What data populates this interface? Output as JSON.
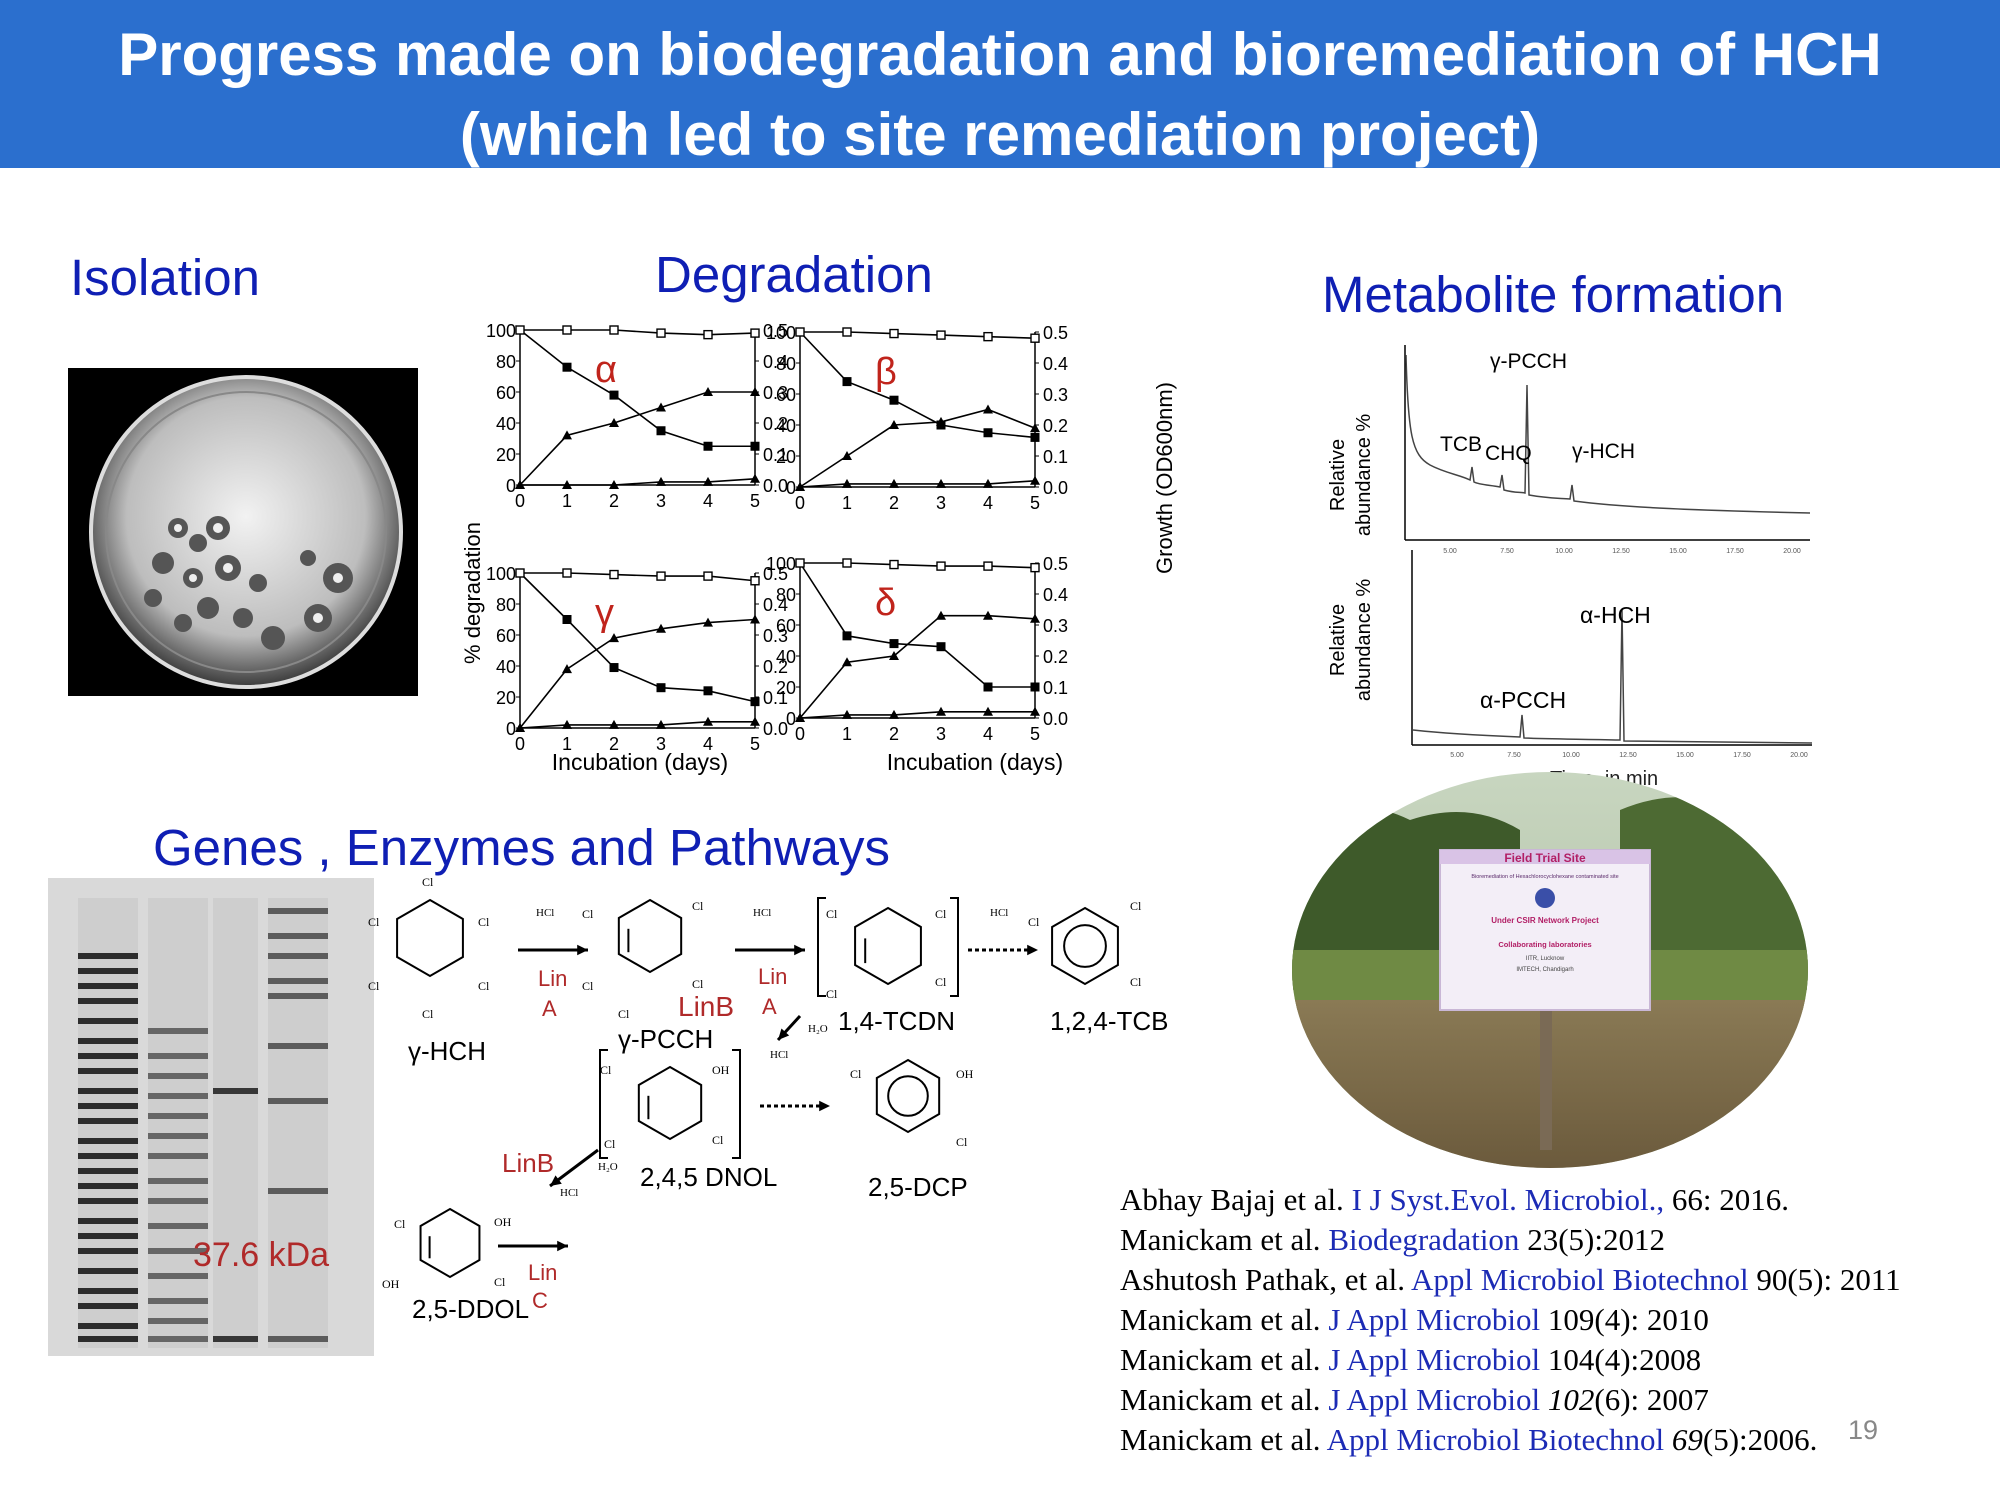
{
  "header": {
    "title_line1": "Progress made on biodegradation and bioremediation of HCH",
    "title_line2": "(which led to site remediation project)"
  },
  "sections": {
    "isolation": "Isolation",
    "degradation": "Degradation",
    "metabolite": "Metabolite formation",
    "genes": "Genes , Enzymes and Pathways"
  },
  "chart_data": [
    {
      "type": "line",
      "panel_label": "α",
      "x": [
        0,
        1,
        2,
        3,
        4,
        5
      ],
      "ylabel_left": "% degradation",
      "ylim_left": [
        0,
        100
      ],
      "ylim_right": [
        0,
        0.5
      ],
      "series": [
        {
          "axis": "left",
          "marker": "square",
          "values": [
            100,
            76,
            58,
            35,
            25,
            25
          ]
        },
        {
          "axis": "left",
          "marker": "open-square",
          "values": [
            100,
            100,
            100,
            98,
            97,
            98
          ]
        },
        {
          "axis": "right",
          "marker": "triangle",
          "values": [
            0.0,
            0.16,
            0.2,
            0.25,
            0.3,
            0.3
          ]
        },
        {
          "axis": "right",
          "marker": "triangle",
          "values": [
            0.0,
            0.0,
            0.0,
            0.01,
            0.01,
            0.02
          ]
        }
      ]
    },
    {
      "type": "line",
      "panel_label": "β",
      "x": [
        0,
        1,
        2,
        3,
        4,
        5
      ],
      "ylabel_right": "Growth (OD600nm)",
      "ylim_left": [
        0,
        100
      ],
      "ylim_right": [
        0,
        0.5
      ],
      "series": [
        {
          "axis": "left",
          "marker": "square",
          "values": [
            100,
            68,
            56,
            40,
            35,
            32
          ]
        },
        {
          "axis": "left",
          "marker": "open-square",
          "values": [
            100,
            100,
            99,
            98,
            97,
            96
          ]
        },
        {
          "axis": "right",
          "marker": "triangle",
          "values": [
            0.0,
            0.1,
            0.2,
            0.21,
            0.25,
            0.19
          ]
        },
        {
          "axis": "right",
          "marker": "triangle",
          "values": [
            0.0,
            0.01,
            0.01,
            0.01,
            0.01,
            0.02
          ]
        }
      ]
    },
    {
      "type": "line",
      "panel_label": "γ",
      "x": [
        0,
        1,
        2,
        3,
        4,
        5
      ],
      "xlabel": "Incubation (days)",
      "ylabel_left": "% degradation",
      "ylim_left": [
        0,
        100
      ],
      "ylim_right": [
        0,
        0.5
      ],
      "series": [
        {
          "axis": "left",
          "marker": "square",
          "values": [
            100,
            70,
            39,
            26,
            24,
            17
          ]
        },
        {
          "axis": "left",
          "marker": "open-square",
          "values": [
            100,
            100,
            99,
            98,
            98,
            95
          ]
        },
        {
          "axis": "right",
          "marker": "triangle",
          "values": [
            0.0,
            0.19,
            0.29,
            0.32,
            0.34,
            0.35
          ]
        },
        {
          "axis": "right",
          "marker": "triangle",
          "values": [
            0.0,
            0.01,
            0.01,
            0.01,
            0.02,
            0.02
          ]
        }
      ]
    },
    {
      "type": "line",
      "panel_label": "δ",
      "x": [
        0,
        1,
        2,
        3,
        4,
        5
      ],
      "xlabel": "Incubation (days)",
      "ylim_left": [
        0,
        100
      ],
      "ylim_right": [
        0,
        0.5
      ],
      "series": [
        {
          "axis": "left",
          "marker": "square",
          "values": [
            100,
            53,
            48,
            46,
            20,
            20
          ]
        },
        {
          "axis": "left",
          "marker": "open-square",
          "values": [
            100,
            100,
            99,
            98,
            98,
            97
          ]
        },
        {
          "axis": "right",
          "marker": "triangle",
          "values": [
            0.0,
            0.18,
            0.2,
            0.33,
            0.33,
            0.32
          ]
        },
        {
          "axis": "right",
          "marker": "triangle",
          "values": [
            0.0,
            0.01,
            0.01,
            0.02,
            0.02,
            0.02
          ]
        }
      ]
    }
  ],
  "degradation_axes": {
    "left_ticks": [
      "0",
      "20",
      "40",
      "60",
      "80",
      "100"
    ],
    "right_ticks": [
      "0.0",
      "0.1",
      "0.2",
      "0.3",
      "0.4",
      "0.5"
    ],
    "x_ticks": [
      "0",
      "1",
      "2",
      "3",
      "4",
      "5"
    ],
    "ylabel_left": "% degradation",
    "ylabel_right": "Growth (OD600nm)",
    "xlabel": "Incubation (days)"
  },
  "metabolite": {
    "ylabel_line1": "Relative",
    "ylabel_line2": "abundance %",
    "top_peaks": [
      "γ-PCCH",
      "TCB",
      "CHQ",
      "γ-HCH"
    ],
    "bottom_peaks": [
      "α-HCH",
      "α-PCCH"
    ],
    "x_ticks": [
      "5.00",
      "7.50",
      "10.00",
      "12.50",
      "15.00",
      "17.50",
      "20.00"
    ],
    "xlabel": "Time, in min"
  },
  "sign": {
    "title": "Field Trial Site",
    "subtitle": "Bioremediation of Hexachlorocyclohexane contaminated site",
    "project": "Under CSIR Network Project",
    "collab": "Collaborating laboratories",
    "lab1": "IITR, Lucknow",
    "lab2": "IMTECH, Chandigarh"
  },
  "gel": {
    "band_label": "37.6 kDa"
  },
  "pathway": {
    "compounds": [
      "γ-HCH",
      "γ-PCCH",
      "1,4-TCDN",
      "1,2,4-TCB",
      "2,4,5 DNOL",
      "2,5-DCP",
      "2,5-DDOL"
    ],
    "enzymes": {
      "lina1": "Lin",
      "lina1b": "A",
      "lina2": "Lin",
      "lina2b": "A",
      "linb1": "LinB",
      "linb2": "LinB",
      "linc": "Lin",
      "lincb": "C"
    },
    "reagents": {
      "hcl": "HCl",
      "h2o": "H₂O"
    },
    "atoms": {
      "cl": "Cl",
      "oh": "OH"
    }
  },
  "references": [
    {
      "author": "Abhay Bajaj et al. ",
      "journal": "I J Syst.Evol. Microbiol.,",
      "vol": "  66: 2016.",
      "vol_italic": ""
    },
    {
      "author": "Manickam et al. ",
      "journal": "Biodegradation",
      "vol": " 23(5):2012",
      "vol_italic": ""
    },
    {
      "author": "Ashutosh Pathak,  et al. ",
      "journal": "Appl Microbiol Biotechnol",
      "vol": " 90(5): 2011",
      "vol_italic": ""
    },
    {
      "author": "Manickam et al. ",
      "journal": "J Appl Microbiol",
      "vol": " 109(4): 2010",
      "vol_italic": ""
    },
    {
      "author": "Manickam et al. ",
      "journal": "J Appl Microbiol",
      "vol": " 104(4):2008",
      "vol_italic": ""
    },
    {
      "author": "Manickam et al. ",
      "journal": "J Appl Microbiol",
      "vol": "(6): 2007",
      "vol_italic": "102"
    },
    {
      "author": "Manickam et al. ",
      "journal": "Appl Microbiol Biotechnol",
      "vol": "(5):2006.",
      "vol_italic": "69"
    }
  ],
  "page_number": "19"
}
